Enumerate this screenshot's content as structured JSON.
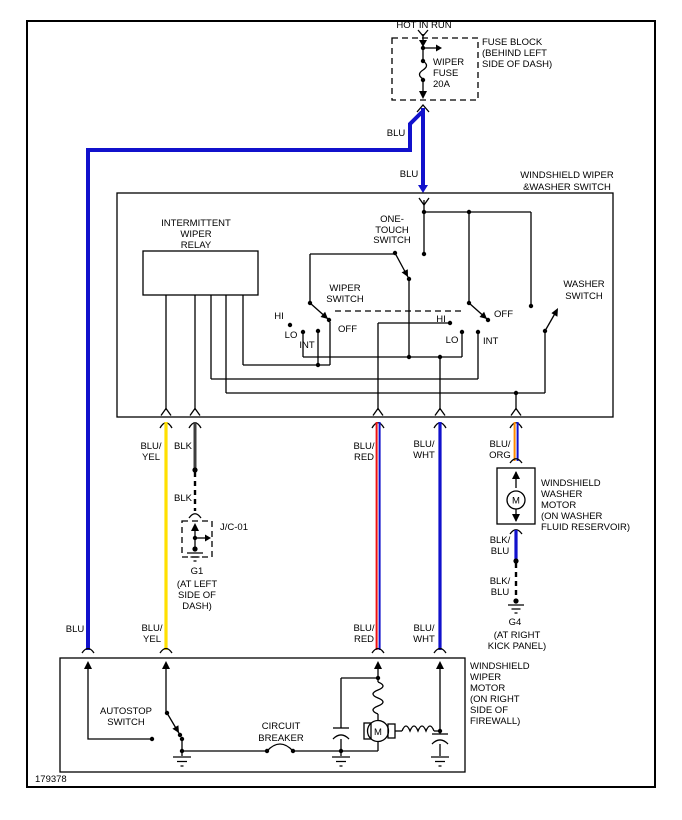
{
  "figure_id": "179378",
  "colors": {
    "blue": "#1111cc",
    "yellow": "#ffe000",
    "red": "#ee1111",
    "orange": "#ff8a00",
    "black_wire": "#3d3d3d",
    "bg": "#ffffff"
  },
  "fuse_block": {
    "hot_label": "HOT IN RUN",
    "fuse_lines": [
      "WIPER",
      "FUSE",
      "20A"
    ],
    "block_lines": [
      "FUSE BLOCK",
      "(BEHIND LEFT",
      "SIDE OF DASH)"
    ]
  },
  "switch_assembly": {
    "title_lines": [
      "WINDSHIELD WIPER",
      "&WASHER SWITCH"
    ],
    "relay_lines": [
      "INTERMITTENT",
      "WIPER",
      "RELAY"
    ],
    "one_touch_lines": [
      "ONE-",
      "TOUCH",
      "SWITCH"
    ],
    "wiper_switch_lines": [
      "WIPER",
      "SWITCH"
    ],
    "washer_switch_lines": [
      "WASHER",
      "SWITCH"
    ],
    "positions": {
      "hi": "HI",
      "lo": "LO",
      "int": "INT",
      "off": "OFF"
    }
  },
  "wires": {
    "blu": "BLU",
    "blk": "BLK",
    "blu_yel": [
      "BLU/",
      "YEL"
    ],
    "blu_red": [
      "BLU/",
      "RED"
    ],
    "blu_wht": [
      "BLU/",
      "WHT"
    ],
    "blu_org": [
      "BLU/",
      "ORG"
    ],
    "blk_blu": [
      "BLK/",
      "BLU"
    ]
  },
  "junction_connector": {
    "name": "J/C-01"
  },
  "grounds": {
    "g1": {
      "name": "G1",
      "loc_lines": [
        "(AT LEFT",
        "SIDE OF",
        "DASH)"
      ]
    },
    "g4": {
      "name": "G4",
      "loc_lines": [
        "(AT RIGHT",
        "KICK PANEL)"
      ]
    }
  },
  "washer_motor": {
    "symbol": "M",
    "label_lines": [
      "WINDSHIELD",
      "WASHER",
      "MOTOR",
      "(ON WASHER",
      "FLUID RESERVOIR)"
    ]
  },
  "wiper_motor": {
    "symbol": "M",
    "label_lines": [
      "WINDSHIELD",
      "WIPER",
      "MOTOR",
      "(ON RIGHT",
      "SIDE OF",
      "FIREWALL)"
    ],
    "autostop_lines": [
      "AUTOSTOP",
      "SWITCH"
    ],
    "breaker_lines": [
      "CIRCUIT",
      "BREAKER"
    ]
  }
}
